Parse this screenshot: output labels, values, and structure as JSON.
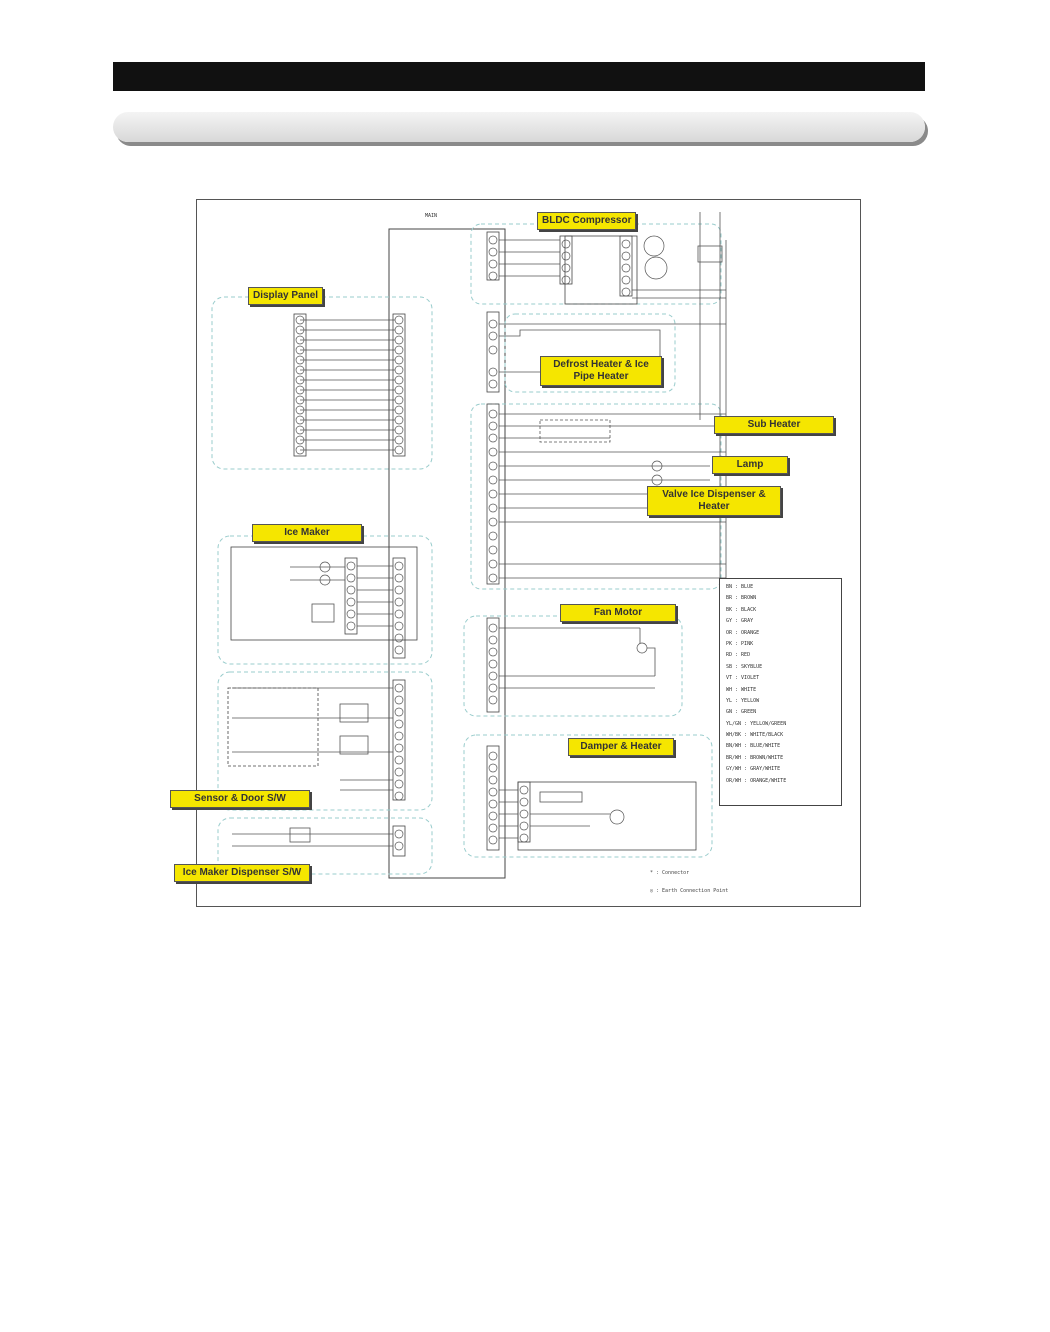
{
  "header": {
    "title": "",
    "section": ""
  },
  "diagram": {
    "main_board_label": "MAIN",
    "blocks": {
      "compressor": "BLDC Compressor",
      "display_panel": "Display Panel",
      "defrost_heater": "Defrost Heater & Ice Pipe Heater",
      "sub_heater": "Sub Heater",
      "lamp": "Lamp",
      "valve_dispenser": "Valve Ice Dispenser & Heater",
      "ice_maker": "Ice Maker",
      "fan_motor": "Fan Motor",
      "damper_heater": "Damper & Heater",
      "sensor_door": "Sensor & Door S/W",
      "ice_maker_dispenser": "Ice Maker Dispenser S/W"
    },
    "legend": [
      "BN : BLUE",
      "BR : BROWN",
      "BK : BLACK",
      "GY : GRAY",
      "OR : ORANGE",
      "PK : PINK",
      "RD : RED",
      "SB : SKYBLUE",
      "VT : VIOLET",
      "WH : WHITE",
      "YL : YELLOW",
      "GN : GREEN",
      "YL/GN : YELLOW/GREEN",
      "WH/BK : WHITE/BLACK",
      "BN/WH : BLUE/WHITE",
      "BR/WH : BROWN/WHITE",
      "GY/WH : GRAY/WHITE",
      "OR/WH : ORANGE/WHITE"
    ],
    "notes": [
      "* : Connector",
      "◎ : Earth Connection Point"
    ]
  }
}
